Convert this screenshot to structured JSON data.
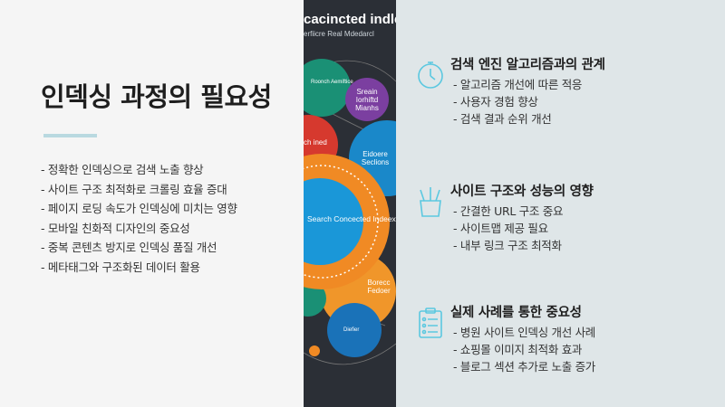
{
  "left": {
    "title": "인덱싱 과정의 필요성",
    "bullets": [
      "- 정확한 인덱싱으로 검색 노출 향상",
      "- 사이트 구조 최적화로 크롤링 효율 증대",
      "- 페이지 로딩 속도가 인덱싱에 미치는 영향",
      "- 모바일 친화적 디자인의 중요성",
      "- 중복 콘텐츠 방지로 인덱싱 품질 개선",
      "- 메타태그와 구조화된 데이터 활용"
    ]
  },
  "image": {
    "heading": "cacincted indlex",
    "subheading": "erfiicre Real Mdedarcl",
    "bubbles": [
      "Roonch Aemiftice",
      "Sreain Iorhiftd Mianhs",
      "ch ined",
      "Eidoere Seclions",
      "Search Concected Indeexting",
      "Borecc Fedoer",
      "Diefier"
    ]
  },
  "sections": [
    {
      "icon": "stopwatch-icon",
      "title": "검색 엔진 알고리즘과의 관계",
      "bullets": [
        "- 알고리즘 개선에 따른 적응",
        "- 사용자 경험 향상",
        "- 검색 결과 순위 개선"
      ]
    },
    {
      "icon": "pencil-cup-icon",
      "title": "사이트 구조와 성능의 영향",
      "bullets": [
        "- 간결한 URL 구조 중요",
        "- 사이트맵 제공 필요",
        "- 내부 링크 구조 최적화"
      ]
    },
    {
      "icon": "clipboard-checklist-icon",
      "title": "실제 사례를 통한 중요성",
      "bullets": [
        "- 병원 사이트 인덱싱 개선 사례",
        "- 쇼핑몰 이미지 최적화 효과",
        "- 블로그 섹션 추가로 노출 증가"
      ]
    }
  ],
  "colors": {
    "accent": "#b9d9e0",
    "icon": "#5bc8e0",
    "left_bg": "#f5f5f5",
    "right_bg": "#dfe6e8"
  }
}
